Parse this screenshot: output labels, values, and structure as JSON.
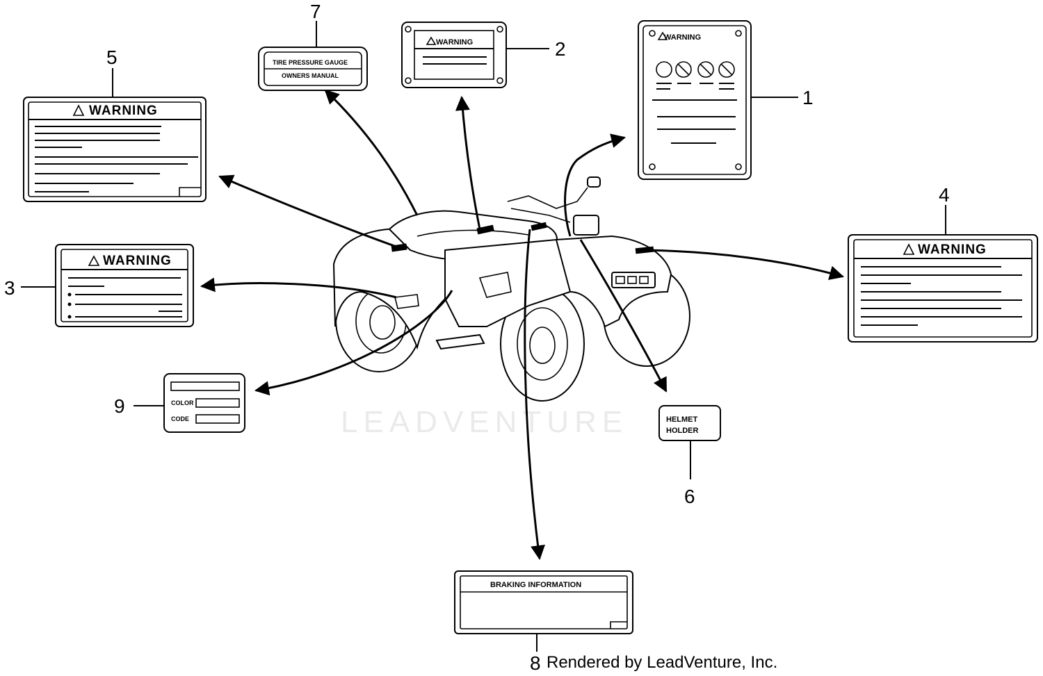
{
  "watermark": "LEADVENTURE",
  "credit": "Rendered by LeadVenture, Inc.",
  "callouts": [
    {
      "id": "1",
      "label": "1"
    },
    {
      "id": "2",
      "label": "2"
    },
    {
      "id": "3",
      "label": "3"
    },
    {
      "id": "4",
      "label": "4"
    },
    {
      "id": "5",
      "label": "5"
    },
    {
      "id": "6",
      "label": "6"
    },
    {
      "id": "7",
      "label": "7"
    },
    {
      "id": "8",
      "label": "8"
    },
    {
      "id": "9",
      "label": "9"
    }
  ],
  "labels": {
    "warning": "WARNING",
    "tire_pressure": "TIRE PRESSURE GAUGE",
    "owners_manual": "OWNERS MANUAL",
    "helmet_line1": "HELMET",
    "helmet_line2": "HOLDER",
    "braking": "BRAKING INFORMATION",
    "color": "COLOR",
    "code": "CODE"
  }
}
